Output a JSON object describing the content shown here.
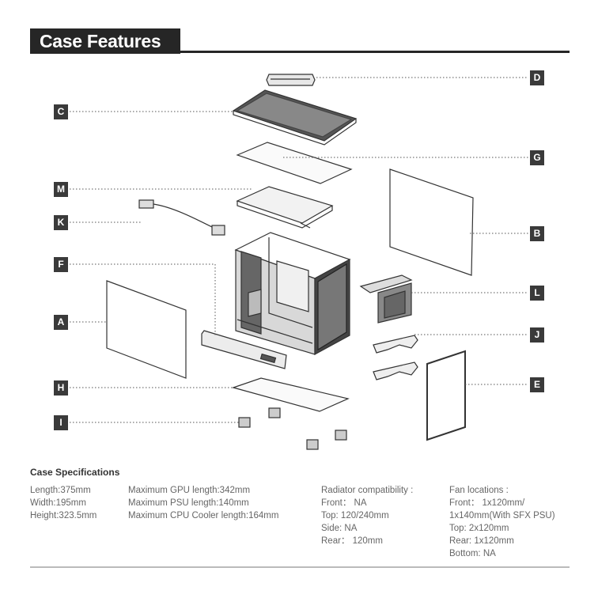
{
  "header": {
    "title": "Case Features"
  },
  "labels": {
    "A": "A",
    "B": "B",
    "C": "C",
    "D": "D",
    "E": "E",
    "F": "F",
    "G": "G",
    "H": "H",
    "I": "I",
    "J": "J",
    "K": "K",
    "L": "L",
    "M": "M"
  },
  "specs": {
    "title": "Case Specifications",
    "dimensions": [
      "Length:375mm",
      "Width:195mm",
      "Height:323.5mm"
    ],
    "maximums": [
      "Maximum GPU length:342mm",
      "Maximum PSU length:140mm",
      "Maximum CPU Cooler length:164mm"
    ],
    "radiator": [
      "Radiator compatibility :",
      "Front： NA",
      "Top: 120/240mm",
      "Side: NA",
      "Rear： 120mm"
    ],
    "fans": [
      "Fan locations :",
      "Front： 1x120mm/",
      "1x140mm(With SFX PSU)",
      "Top: 2x120mm",
      "Rear: 1x120mm",
      "Bottom: NA"
    ]
  },
  "colors": {
    "dark": "#262626",
    "label_bg": "#3a3a3a",
    "line": "#555555"
  }
}
